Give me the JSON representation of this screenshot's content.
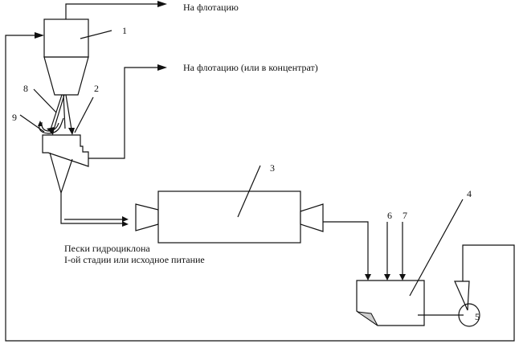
{
  "diagram": {
    "type": "process-flow",
    "outputs": {
      "top_overflow": "На флотацию",
      "sump_overflow": "На флотацию (или в концентрат)"
    },
    "feed_label": {
      "line1": "Пески гидроциклона",
      "line2": "I-ой стадии или исходное питание"
    },
    "numbers": {
      "n1": "1",
      "n2": "2",
      "n3": "3",
      "n4": "4",
      "n5": "5",
      "n6": "6",
      "n7": "7",
      "n8": "8",
      "n9": "9"
    },
    "components": [
      {
        "id": "1",
        "name": "hydrocyclone"
      },
      {
        "id": "2",
        "name": "receiving-box"
      },
      {
        "id": "3",
        "name": "mill"
      },
      {
        "id": "4",
        "name": "sump-tank"
      },
      {
        "id": "5",
        "name": "pump"
      },
      {
        "id": "6",
        "name": "feed-input-6"
      },
      {
        "id": "7",
        "name": "feed-input-7"
      },
      {
        "id": "8",
        "name": "spigot-pipe-8"
      },
      {
        "id": "9",
        "name": "bypass-pipe-9"
      }
    ],
    "colors": {
      "line": "#111111",
      "background": "#ffffff",
      "shading": "#cfcfcf"
    }
  }
}
